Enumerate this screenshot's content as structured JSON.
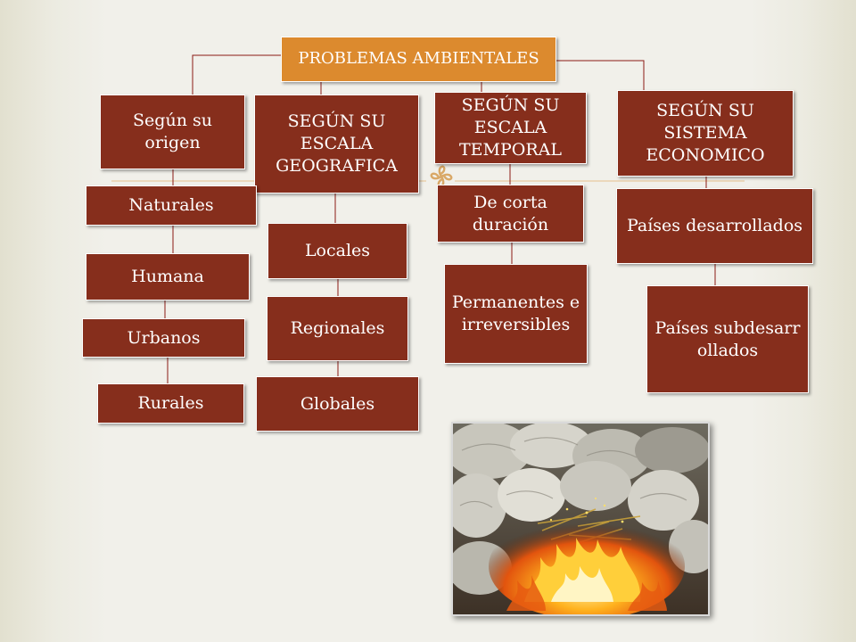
{
  "diagram": {
    "root": "PROBLEMAS AMBIENTALES",
    "branches": [
      {
        "heading": "Según su origen",
        "children": [
          "Naturales",
          "Humana",
          "Urbanos",
          "Rurales"
        ]
      },
      {
        "heading": "SEGÚN SU ESCALA GEOGRAFICA",
        "children": [
          "Locales",
          "Regionales",
          "Globales"
        ]
      },
      {
        "heading": "SEGÚN SU ESCALA TEMPORAL",
        "children": [
          "De corta duración",
          "Permanentes e irreversibles"
        ]
      },
      {
        "heading": "SEGÚN SU SISTEMA ECONOMICO",
        "children": [
          "Países desarrollados",
          "Países subdesarrollados"
        ]
      }
    ]
  },
  "colors": {
    "root_fill": "#dc8a2e",
    "node_fill": "#862e1c",
    "connector": "#8a1a14",
    "accent_line": "#e0b07a",
    "background": "#f1f0ea"
  },
  "icons": {
    "ornament": "decorative-flourish-icon",
    "photo": "burning-garbage-bags-photo"
  }
}
